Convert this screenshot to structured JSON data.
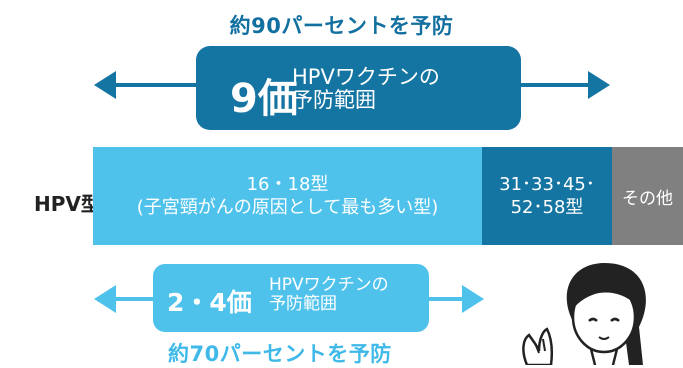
{
  "top_caption": "約90パーセントを予防",
  "badge_9": {
    "value": "9価",
    "line1": "HPVワクチンの",
    "line2": "予防範囲"
  },
  "hpv_label": "HPV型",
  "segments": [
    {
      "line1": "16・18型",
      "line2": "(子宮頸がんの原因として最も多い型)"
    },
    {
      "line1": "31･33･45･",
      "line2": "52･58型"
    },
    {
      "line1": "その他"
    }
  ],
  "badge_24": {
    "value": "2・4価",
    "line1": "HPVワクチンの",
    "line2": "予防範囲"
  },
  "bottom_caption": "約70パーセントを予防",
  "colors": {
    "dark_blue": "#1474a2",
    "light_blue": "#4fc2ec",
    "gray": "#808080"
  },
  "icons": {
    "arrows": "double-arrow",
    "illustration": "woman-figure"
  }
}
